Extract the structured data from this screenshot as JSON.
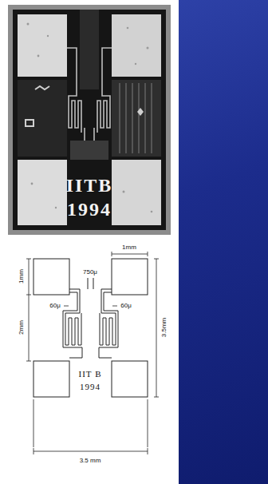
{
  "diagram": {
    "labels": [
      "IITB",
      "1994",
      "1mm",
      "1mm",
      "750μ",
      "60μ",
      "60μ",
      "2mm",
      "3.5mm",
      "IIT B",
      "1994",
      "3.5 mm"
    ]
  }
}
